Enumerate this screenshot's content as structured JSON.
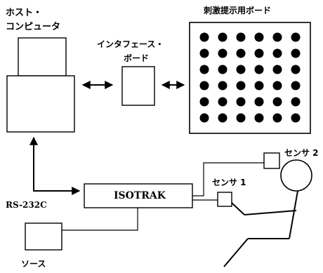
{
  "labels": {
    "host_line1": "ホスト・",
    "host_line2": "コンピュータ",
    "interface_line1": "インタフェース・",
    "interface_line2": "ボード",
    "stimulus_board": "刺激提示用ボード",
    "isotrak": "ISOTRAK",
    "rs232c": "RS-232C",
    "sensor1": "センサ 1",
    "sensor2": "センサ 2",
    "source": "ソース"
  },
  "stimulus_board": {
    "dot_rows": 6,
    "dot_cols": 6
  }
}
